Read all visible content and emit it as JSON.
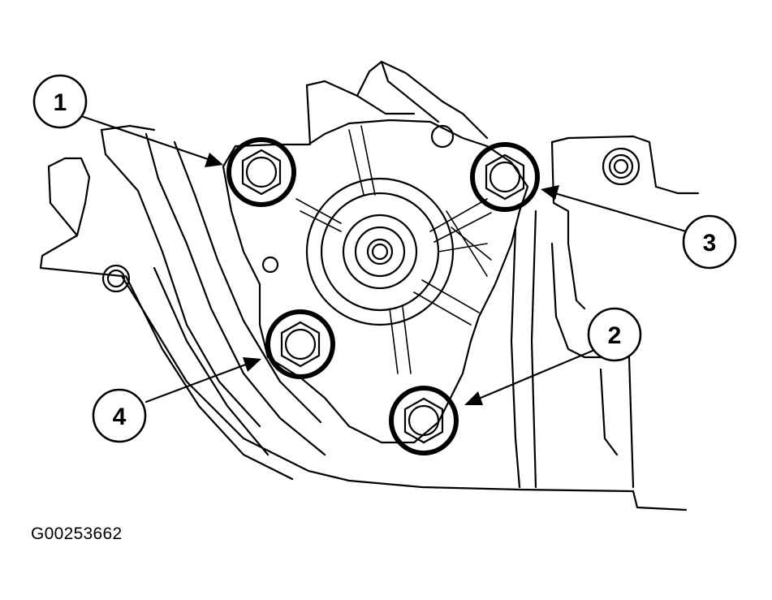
{
  "figure_id": "G00253662",
  "callouts": [
    {
      "label": "1"
    },
    {
      "label": "2"
    },
    {
      "label": "3"
    },
    {
      "label": "4"
    }
  ]
}
